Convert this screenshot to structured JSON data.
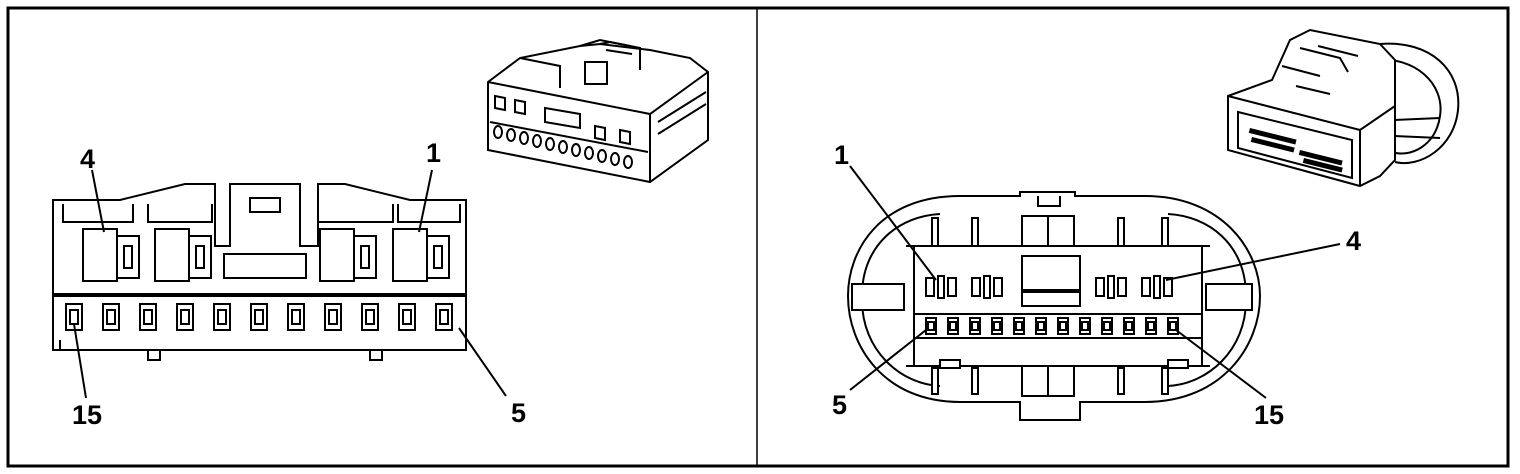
{
  "left_panel": {
    "callouts": {
      "pin_4": "4",
      "pin_1": "1",
      "pin_15": "15",
      "pin_5": "5"
    }
  },
  "right_panel": {
    "callouts": {
      "pin_1": "1",
      "pin_4": "4",
      "pin_5": "5",
      "pin_15": "15"
    }
  },
  "colors": {
    "line": "#000000",
    "background": "#ffffff",
    "shade": "#d9d9d9"
  }
}
